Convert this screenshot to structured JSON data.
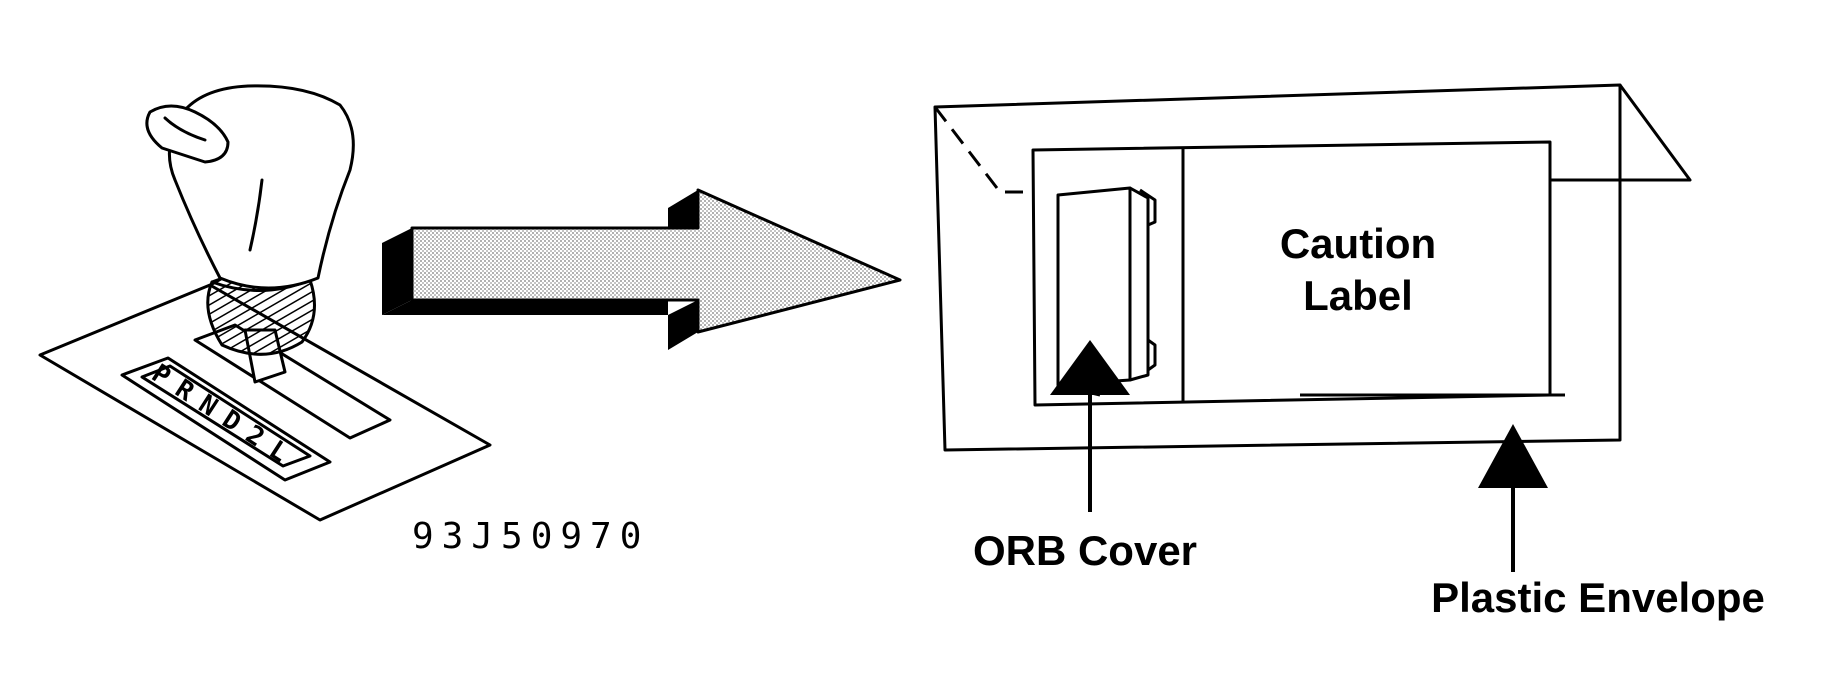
{
  "figure_code": "93J50970",
  "gear_positions": [
    "P",
    "R",
    "N",
    "D",
    "2",
    "L"
  ],
  "labels": {
    "caution_line1": "Caution",
    "caution_line2": "Label",
    "orb_cover": "ORB Cover",
    "plastic_envelope": "Plastic Envelope"
  },
  "colors": {
    "ink": "#000000",
    "arrow_fill": "#cfcfcf",
    "paper": "#ffffff"
  }
}
